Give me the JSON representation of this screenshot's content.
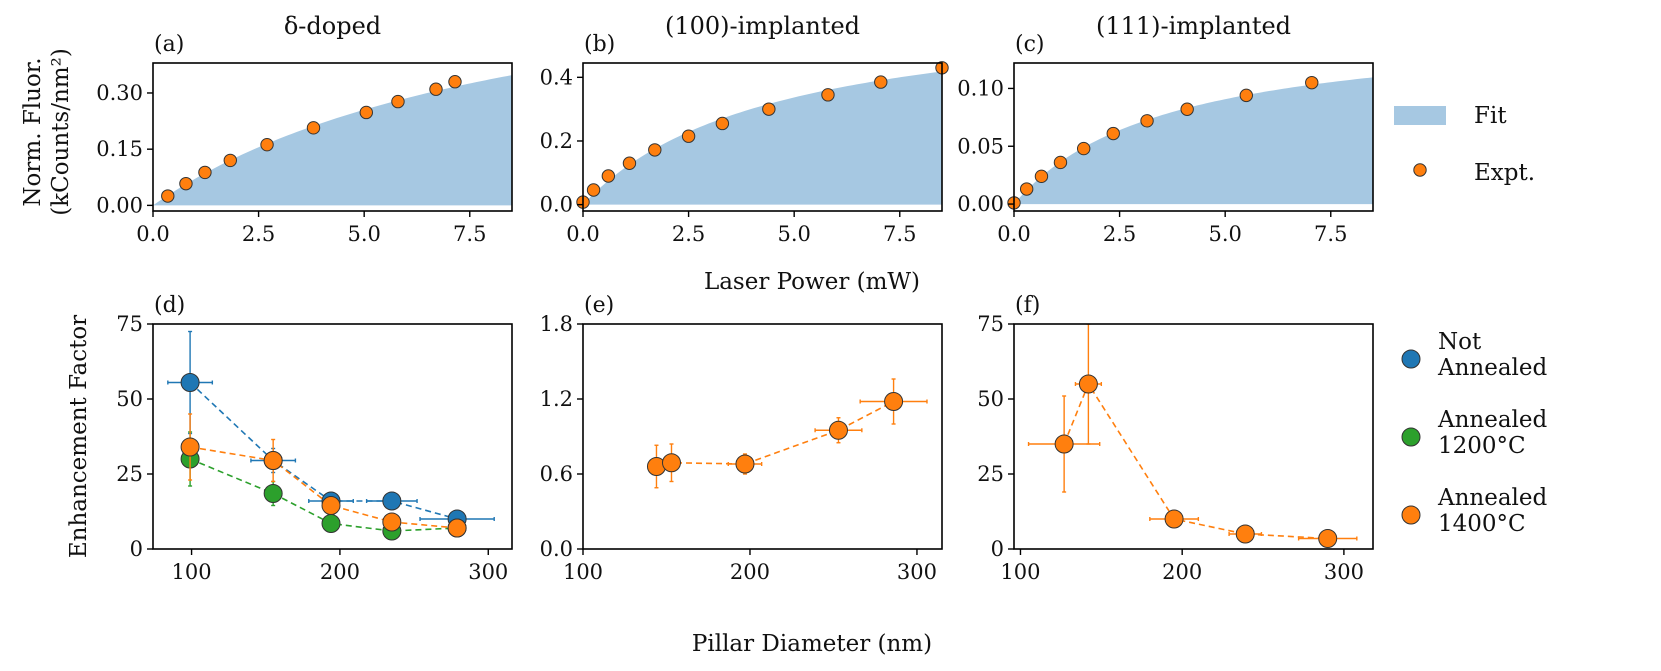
{
  "colors": {
    "fit": "#a6c8e2",
    "blue": "#1f77b4",
    "green": "#2ca02c",
    "orange": "#ff7f0e",
    "edge": "#333333"
  },
  "shared_labels": {
    "top_xlabel": "Laser Power (mW)",
    "bottom_xlabel": "Pillar Diameter (nm)"
  },
  "legend_top": [
    {
      "label": "Fit",
      "kind": "fill"
    },
    {
      "label": "Expt.",
      "kind": "marker"
    }
  ],
  "legend_bottom": [
    {
      "lines": [
        "Not",
        "Annealed"
      ],
      "color": "#1f77b4"
    },
    {
      "lines": [
        "Annealed",
        "1200°C"
      ],
      "color": "#2ca02c"
    },
    {
      "lines": [
        "Annealed",
        "1400°C"
      ],
      "color": "#ff7f0e"
    }
  ],
  "chart_data": [
    {
      "panel": "(a)",
      "title": "δ-doped",
      "type": "area+scatter",
      "ylabel": [
        "Norm. Fluor.",
        "(kCounts/nm²)"
      ],
      "xlim": [
        0,
        8.5
      ],
      "ylim": [
        -0.015,
        0.38
      ],
      "xticks": [
        0.0,
        2.5,
        5.0,
        7.5
      ],
      "xticklabels": [
        "0.0",
        "2.5",
        "5.0",
        "7.5"
      ],
      "yticks": [
        0.0,
        0.15,
        0.3
      ],
      "yticklabels": [
        "0.00",
        "0.15",
        "0.30"
      ],
      "fit": {
        "psat": 9.1,
        "imax": 0.72
      },
      "expt": {
        "x": [
          0.35,
          0.78,
          1.23,
          1.83,
          2.7,
          3.8,
          5.05,
          5.8,
          6.7,
          7.15
        ],
        "y": [
          0.025,
          0.058,
          0.088,
          0.12,
          0.162,
          0.207,
          0.248,
          0.277,
          0.31,
          0.33
        ]
      }
    },
    {
      "panel": "(b)",
      "title": "(100)-implanted",
      "type": "area+scatter",
      "xlim": [
        0,
        8.5
      ],
      "ylim": [
        -0.02,
        0.445
      ],
      "xticks": [
        0.0,
        2.5,
        5.0,
        7.5
      ],
      "xticklabels": [
        "0.0",
        "2.5",
        "5.0",
        "7.5"
      ],
      "yticks": [
        0.0,
        0.2,
        0.4
      ],
      "yticklabels": [
        "0.0",
        "0.2",
        "0.4"
      ],
      "fit": {
        "psat": 4.5,
        "imax": 0.64
      },
      "expt": {
        "x": [
          0.0,
          0.25,
          0.6,
          1.1,
          1.7,
          2.5,
          3.3,
          4.4,
          5.8,
          7.05,
          8.5
        ],
        "y": [
          0.008,
          0.046,
          0.09,
          0.13,
          0.172,
          0.215,
          0.255,
          0.3,
          0.345,
          0.385,
          0.43
        ]
      }
    },
    {
      "panel": "(c)",
      "title": "(111)-implanted",
      "type": "area+scatter",
      "xlim": [
        0,
        8.5
      ],
      "ylim": [
        -0.006,
        0.122
      ],
      "xticks": [
        0.0,
        2.5,
        5.0,
        7.5
      ],
      "xticklabels": [
        "0.0",
        "2.5",
        "5.0",
        "7.5"
      ],
      "yticks": [
        0.0,
        0.05,
        0.1
      ],
      "yticklabels": [
        "0.00",
        "0.05",
        "0.10"
      ],
      "fit": {
        "psat": 3.6,
        "imax": 0.156
      },
      "expt": {
        "x": [
          0.0,
          0.3,
          0.65,
          1.1,
          1.65,
          2.35,
          3.15,
          4.1,
          5.5,
          7.05
        ],
        "y": [
          0.001,
          0.013,
          0.024,
          0.036,
          0.048,
          0.061,
          0.072,
          0.082,
          0.094,
          0.105
        ]
      }
    },
    {
      "panel": "(d)",
      "type": "errorbar-line",
      "ylabel": [
        "Enhancement Factor"
      ],
      "xlim": [
        74,
        316
      ],
      "ylim": [
        0,
        75
      ],
      "xticks": [
        100,
        200,
        300
      ],
      "xticklabels": [
        "100",
        "200",
        "300"
      ],
      "yticks": [
        0,
        25,
        50,
        75
      ],
      "yticklabels": [
        "0",
        "25",
        "50",
        "75"
      ],
      "series": [
        {
          "name": "Not Annealed",
          "color": "#1f77b4",
          "x": [
            99,
            155,
            194,
            235,
            279
          ],
          "y": [
            55.5,
            29.5,
            16,
            16,
            10
          ],
          "xerr": [
            15,
            15,
            15,
            17,
            25
          ],
          "yerr": [
            17,
            4,
            2,
            1.5,
            1.5
          ]
        },
        {
          "name": "Annealed 1200°C",
          "color": "#2ca02c",
          "x": [
            99,
            155,
            194,
            235,
            279
          ],
          "y": [
            30,
            18.5,
            8.5,
            6,
            7
          ],
          "xerr": [
            0,
            2,
            2,
            2,
            2
          ],
          "yerr": [
            9,
            4,
            1.5,
            1,
            1
          ]
        },
        {
          "name": "Annealed 1400°C",
          "color": "#ff7f0e",
          "x": [
            99,
            155,
            194,
            235,
            279
          ],
          "y": [
            34,
            29.5,
            14.5,
            9,
            7
          ],
          "xerr": [
            0,
            2,
            2,
            2,
            2
          ],
          "yerr": [
            11,
            7,
            2.5,
            1.5,
            1
          ]
        }
      ]
    },
    {
      "panel": "(e)",
      "type": "errorbar-line",
      "xlim": [
        100,
        315
      ],
      "ylim": [
        0,
        1.8
      ],
      "xticks": [
        100,
        200,
        300
      ],
      "xticklabels": [
        "100",
        "200",
        "300"
      ],
      "yticks": [
        0.0,
        0.6,
        1.2,
        1.8
      ],
      "yticklabels": [
        "0.0",
        "0.6",
        "1.2",
        "1.8"
      ],
      "series": [
        {
          "name": "Annealed 1400°C",
          "color": "#ff7f0e",
          "x": [
            144,
            153,
            197,
            253,
            286
          ],
          "y": [
            0.66,
            0.69,
            0.68,
            0.95,
            1.18
          ],
          "xerr": [
            4,
            4,
            10,
            14,
            20
          ],
          "yerr": [
            0.17,
            0.15,
            0.08,
            0.1,
            0.18
          ]
        }
      ]
    },
    {
      "panel": "(f)",
      "type": "errorbar-line",
      "xlim": [
        96,
        318
      ],
      "ylim": [
        0,
        75
      ],
      "xticks": [
        100,
        200,
        300
      ],
      "xticklabels": [
        "100",
        "200",
        "300"
      ],
      "yticks": [
        0,
        25,
        50,
        75
      ],
      "yticklabels": [
        "0",
        "25",
        "50",
        "75"
      ],
      "series": [
        {
          "name": "Annealed 1400°C",
          "color": "#ff7f0e",
          "x": [
            127,
            142,
            195,
            239,
            290
          ],
          "y": [
            35,
            55,
            10,
            5,
            3.5
          ],
          "xerr": [
            22,
            8,
            15,
            10,
            18
          ],
          "yerr": [
            16,
            20,
            1.5,
            1,
            1
          ]
        }
      ]
    }
  ]
}
